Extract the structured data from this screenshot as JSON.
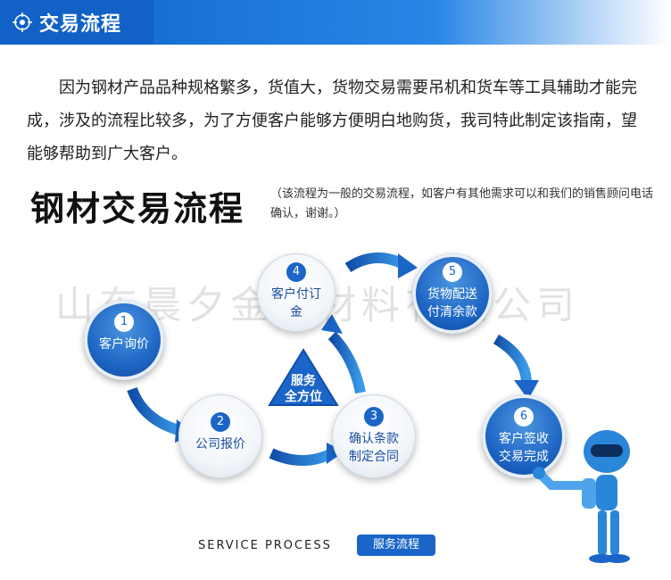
{
  "header": {
    "title": "交易流程"
  },
  "intro": {
    "text": "因为钢材产品品种规格繁多，货值大，货物交易需要吊机和货车等工具辅助才能完成，涉及的流程比较多，为了方便客户能够方便明白地购货，我司特此制定该指南，望能够帮助到广大客户。"
  },
  "flow": {
    "title": "钢材交易流程",
    "note": "（该流程为一般的交易流程，如客户有其他需求可以和我们的销售顾问电话确认，谢谢。）",
    "watermark": "山东晨夕金属材料有限公司",
    "center": "服务\n全方位",
    "steps": [
      {
        "num": "1",
        "label": "客户询价"
      },
      {
        "num": "2",
        "label": "公司报价"
      },
      {
        "num": "3",
        "label": "确认条款\n制定合同"
      },
      {
        "num": "4",
        "label": "客户付订\n金"
      },
      {
        "num": "5",
        "label": "货物配送\n付清余款"
      },
      {
        "num": "6",
        "label": "客户签收\n交易完成"
      }
    ]
  },
  "footer": {
    "en": "SERVICE PROCESS",
    "cn": "服务流程"
  },
  "colors": {
    "primary": "#1b65c8",
    "header": "#1161c6"
  },
  "icons": {
    "header_icon": "compass-target-icon"
  }
}
